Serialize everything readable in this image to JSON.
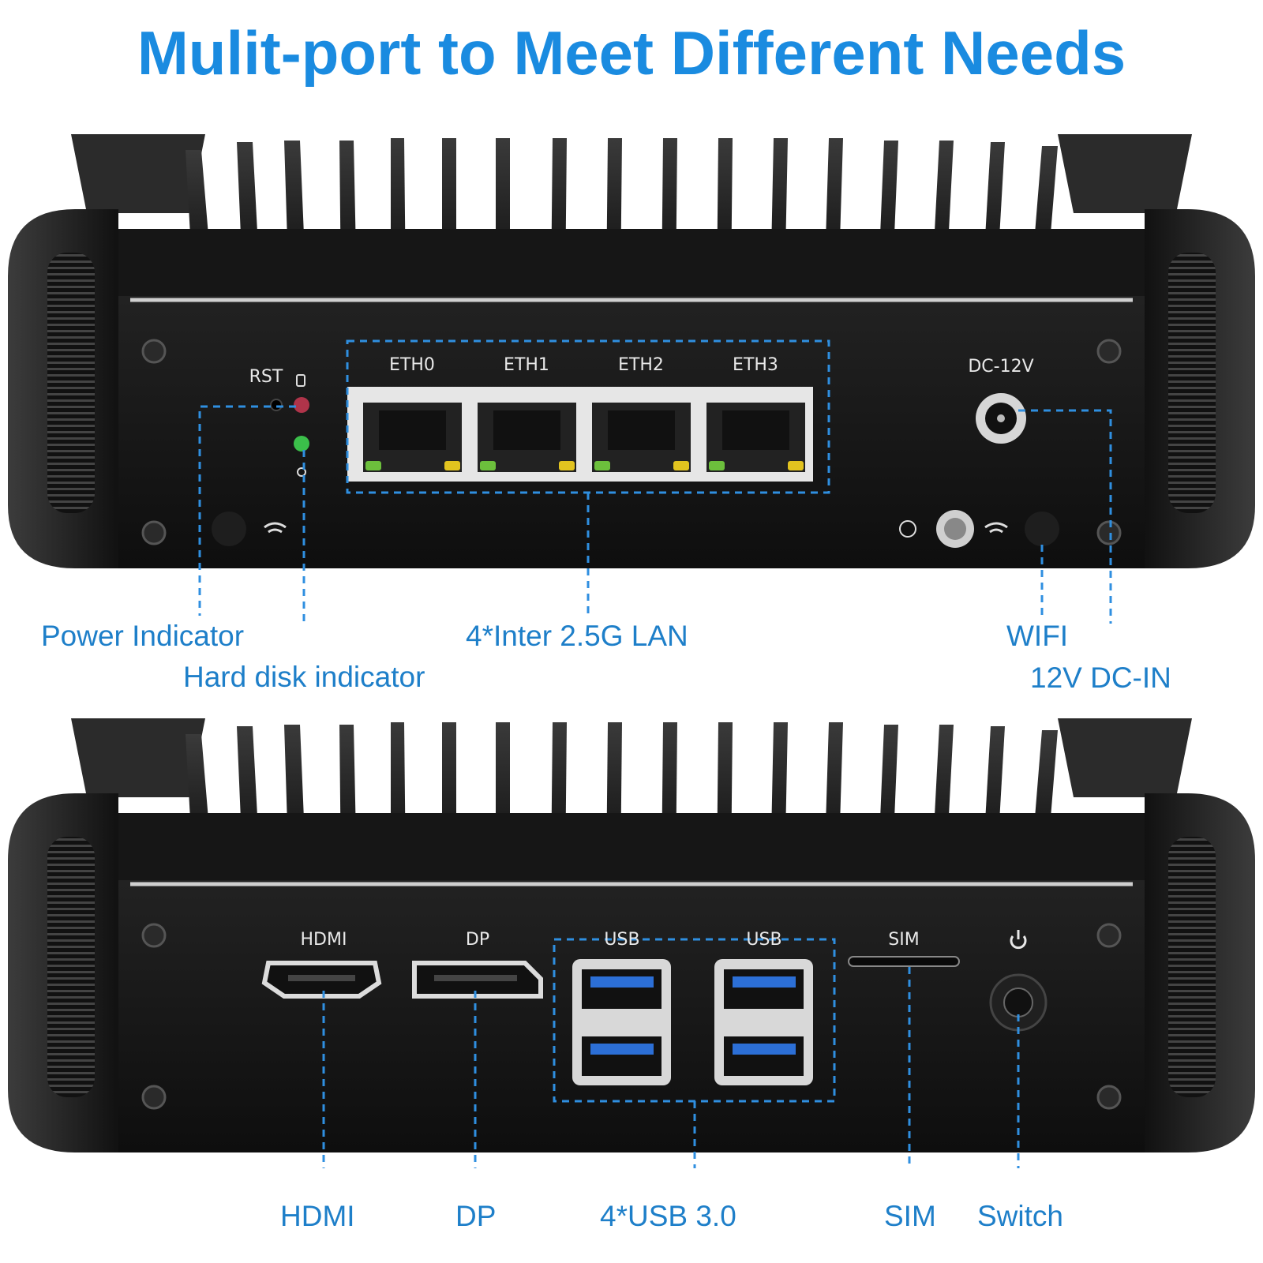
{
  "title": "Mulit-port to Meet Different Needs",
  "colors": {
    "title": "#1a8be0",
    "callout_text": "#1e7fc9",
    "dashed_line": "#2f8fe0",
    "chassis": "#141414"
  },
  "top_panel": {
    "labels": {
      "rst": "RST",
      "eth0": "ETH0",
      "eth1": "ETH1",
      "eth2": "ETH2",
      "eth3": "ETH3",
      "dc": "DC-12V"
    },
    "callouts": {
      "power": "Power Indicator",
      "hdd": "Hard disk indicator",
      "lan": "4*Inter 2.5G LAN",
      "wifi": "WIFI",
      "dcin": "12V DC-IN"
    }
  },
  "bottom_panel": {
    "labels": {
      "hdmi": "HDMI",
      "dp": "DP",
      "usb1": "USB",
      "usb2": "USB",
      "sim": "SIM"
    },
    "callouts": {
      "hdmi": "HDMI",
      "dp": "DP",
      "usb": "4*USB 3.0",
      "sim": "SIM",
      "switch": "Switch"
    }
  }
}
